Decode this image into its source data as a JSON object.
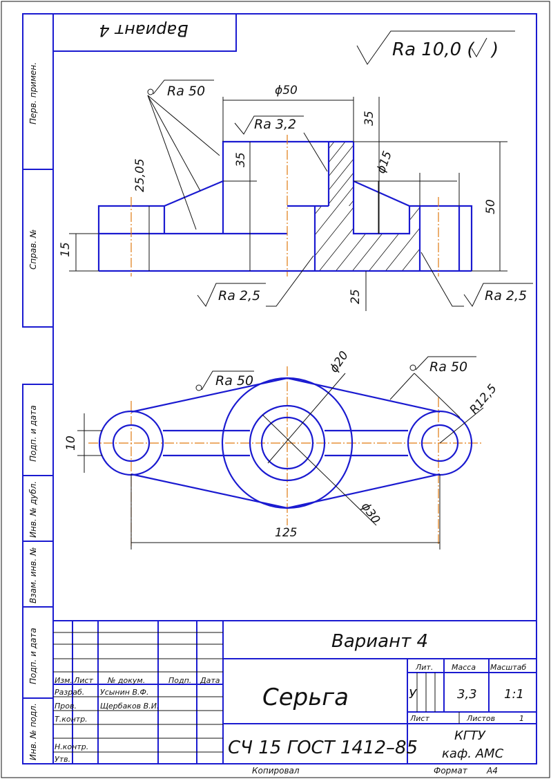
{
  "variant_stamp": "Вариант 4",
  "general_roughness": "Ra 10,0 (",
  "front_view": {
    "ra_top_left": "Ra 50",
    "ra_top_mid": "Ra 3,2",
    "ra_bottom_left": "Ra 2,5",
    "ra_bottom_right": "Ra 2,5",
    "dim_d50": "ϕ50",
    "dim_35_top": "35",
    "dim_35_side": "35",
    "dim_d15": "ϕ15",
    "dim_25_05": "25,05",
    "dim_15": "15",
    "dim_50": "50",
    "dim_25": "25"
  },
  "top_view": {
    "ra_left": "Ra 50",
    "ra_right": "Ra 50",
    "dim_d20": "ϕ20",
    "dim_d30": "ϕ30",
    "dim_r12_5": "R12,5",
    "dim_10": "10",
    "dim_125": "125"
  },
  "side_strip": {
    "perv_primen": "Перв. примен.",
    "sprav_no": "Справ. №",
    "podp_data_1": "Подп. и дата",
    "inv_dubl": "Инв. № дубл.",
    "vzam_inv": "Взам. инв. №",
    "podp_data_2": "Подп. и дата",
    "inv_podl": "Инв. № подл."
  },
  "title_block": {
    "variant": "Вариант 4",
    "name": "Серьга",
    "material": "СЧ 15 ГОСТ 1412–85",
    "org_line1": "КГТУ",
    "org_line2": "каф. АМС",
    "headers": {
      "izm": "Изм.",
      "list": "Лист",
      "doc_no": "№ докум.",
      "podp": "Подп.",
      "data": "Дата"
    },
    "roles": {
      "razrab": "Разраб.",
      "prov": "Пров.",
      "tkontr": "Т.контр.",
      "nkontr": "Н.контр.",
      "utv": "Утв."
    },
    "people": {
      "razrab": "Усынин В.Ф.",
      "prov": "Щербаков В.И."
    },
    "lit_label": "Лит.",
    "mass_label": "Масса",
    "scale_label": "Масштаб",
    "lit_value": "У",
    "mass_value": "3,3",
    "scale_value": "1:1",
    "sheet_label": "Лист",
    "sheets_label": "Листов",
    "sheets_value": "1"
  },
  "footer": {
    "copied": "Копировал",
    "format": "Формат",
    "format_value": "А4"
  }
}
